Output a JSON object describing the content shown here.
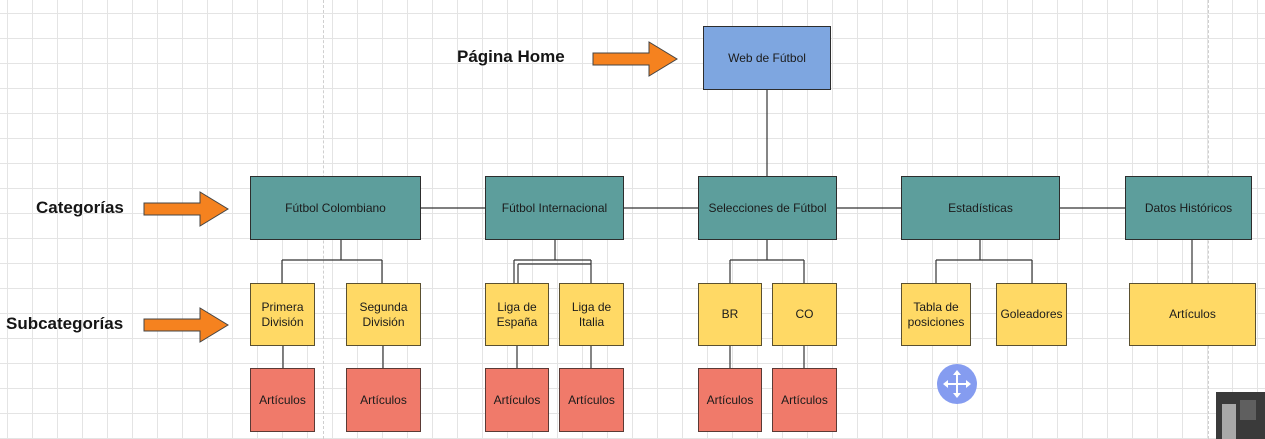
{
  "labels": {
    "home": "Página Home",
    "categories": "Categorías",
    "subcategories": "Subcategorías"
  },
  "nodes": {
    "root": "Web de Fútbol",
    "cat_colombiano": "Fútbol Colombiano",
    "cat_internacional": "Fútbol Internacional",
    "cat_selecciones": "Selecciones de Fútbol",
    "cat_estadisticas": "Estadísticas",
    "cat_historicos": "Datos Históricos",
    "sub_primera": "Primera División",
    "sub_segunda": "Segunda División",
    "sub_espana": "Liga de España",
    "sub_italia": "Liga de Italia",
    "sub_br": "BR",
    "sub_co": "CO",
    "sub_tabla": "Tabla de posiciones",
    "sub_goleadores": "Goleadores",
    "sub_articulos_historicos": "Artículos",
    "art_primera": "Artículos",
    "art_segunda": "Artículos",
    "art_espana": "Artículos",
    "art_italia": "Artículos",
    "art_br": "Artículos",
    "art_co": "Artículos"
  },
  "colors": {
    "home": "#7ea6e0",
    "category": "#5d9e9c",
    "subcategory": "#ffd965",
    "articles": "#f07a6a",
    "arrow": "#f5821f"
  },
  "icons": {
    "move_handle": "move-icon",
    "arrows": "arrow-right-icon"
  }
}
